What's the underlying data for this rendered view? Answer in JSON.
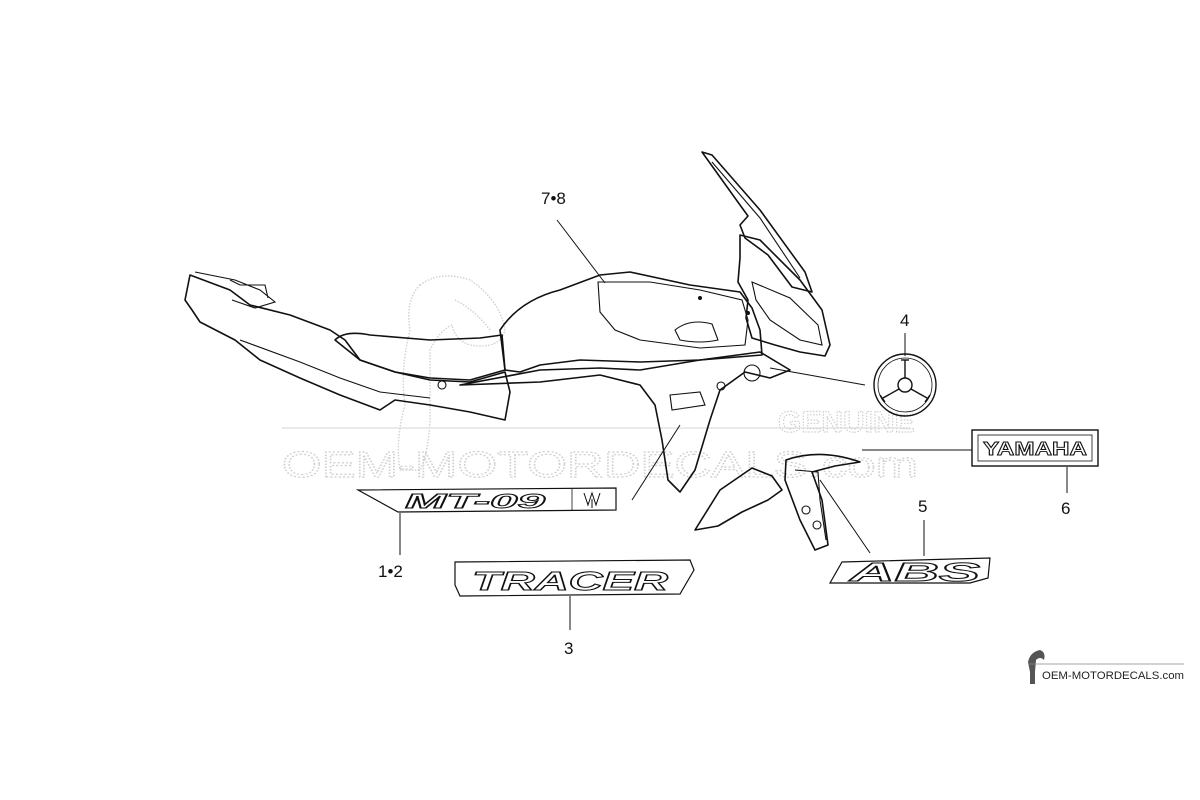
{
  "callouts": {
    "c78": "7•8",
    "c4": "4",
    "c6": "6",
    "c5": "5",
    "c12": "1•2",
    "c3": "3"
  },
  "decals": {
    "mt09": "MT-09",
    "tracer": "TRACER",
    "yamaha": "YAMAHA",
    "abs": "ABS"
  },
  "watermark": {
    "site": "OEM-MOTORDECALS.com",
    "genuine": "GENUINE"
  },
  "brand": {
    "site": "OEM-MOTORDECALS.com"
  }
}
